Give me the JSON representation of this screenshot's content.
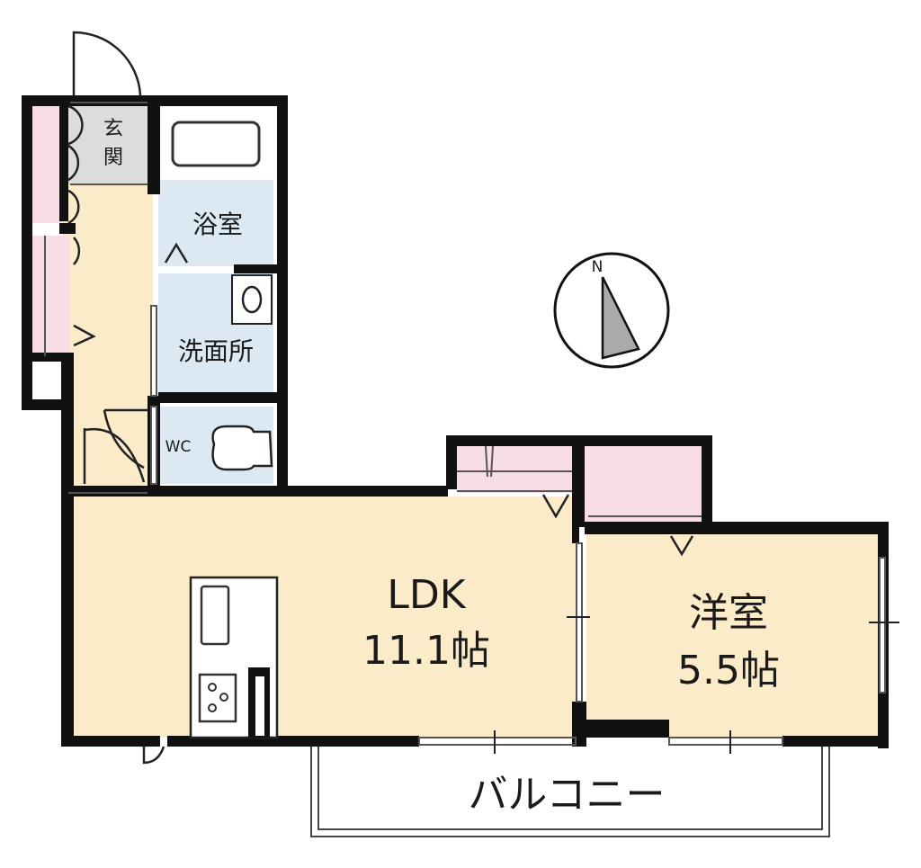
{
  "colors": {
    "wall": "#111111",
    "living_floor": "#fcebc8",
    "wet_area": "#dde9f2",
    "storage": "#f9dde6",
    "entrance": "#dcdcdc",
    "background": "#ffffff"
  },
  "rooms": {
    "entrance": {
      "label_1": "玄",
      "label_2": "関"
    },
    "bathroom": {
      "label": "浴室"
    },
    "washroom": {
      "label": "洗面所"
    },
    "toilet": {
      "label": "WC"
    },
    "ldk": {
      "name": "LDK",
      "size": "11.1帖"
    },
    "western_room": {
      "name": "洋室",
      "size": "5.5帖"
    },
    "balcony": {
      "label": "バルコニー"
    }
  },
  "compass": {
    "label": "N"
  }
}
